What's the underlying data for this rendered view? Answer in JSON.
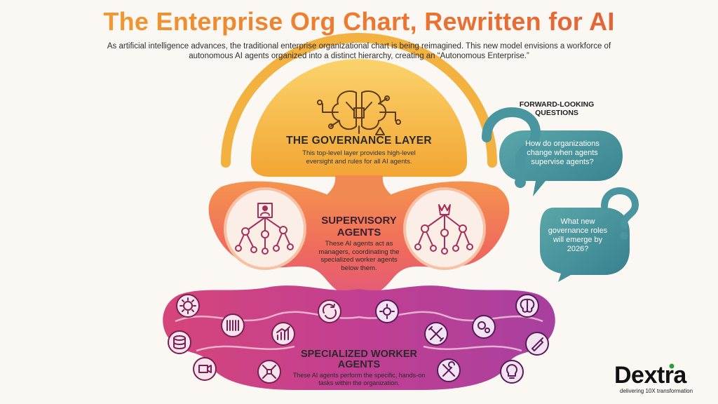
{
  "header": {
    "title": "The Enterprise Org Chart, Rewritten for AI",
    "subtitle": "As artificial intelligence advances, the traditional enterprise organizational chart is being reimagined. This new model envisions a workforce of autonomous AI agents organized into a distinct hierarchy, creating an “Autonomous Enterprise.”"
  },
  "governance": {
    "title": "THE GOVERNANCE LAYER",
    "description": "This top-level layer provides high-level eversight and rules for all AI agents.",
    "icon": "brain-circuit-icon"
  },
  "supervisory": {
    "title": "SUPERVISORY AGENTS",
    "description": "These AI agents act as managers, coordinating the specialized worker agents below them.",
    "left_icon": "manager-network-icon",
    "right_icon": "crown-network-icon"
  },
  "workers": {
    "title": "SPECIALIZED WORKER AGENTS",
    "description": "These AI agents perform the specific, hands-on tasks within the organization.",
    "icons": [
      "gear-chip-icon",
      "database-icon",
      "barcode-icon",
      "bar-chart-icon",
      "refresh-brain-icon",
      "camera-icon",
      "network-icon",
      "gear-network-icon",
      "tools-icon",
      "gears-icon",
      "brain-icon",
      "pen-tool-icon",
      "wrench-icon",
      "lightbulb-icon"
    ]
  },
  "questions": {
    "title": "FORWARD-LOOKING QUESTIONS",
    "items": [
      "How do organizations change when agents supervise agents?",
      "What new governance roles will emerge by 2026?"
    ]
  },
  "brand": {
    "name": "Dextra",
    "tagline": "delivering 10X transformation"
  },
  "colors": {
    "governance": "#f6b23e",
    "supervisory": "#f2695a",
    "workers": "#c63f95",
    "questions": "#3f8e99",
    "title": "#ee8a2c"
  }
}
